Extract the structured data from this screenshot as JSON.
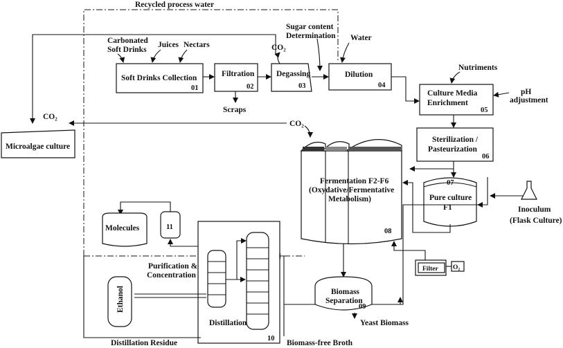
{
  "labels": {
    "recycled_water": "Recycled process water",
    "carbonated": "Carbonated",
    "soft_drinks": "Soft Drinks",
    "juices": "Juices",
    "nectars": "Nectars",
    "co2_top": "CO₂",
    "sugar1": "Sugar content",
    "sugar2": "Determination",
    "water": "Water",
    "soft_collection": "Soft Drinks Collection",
    "n01": "01",
    "filtration": "Filtration",
    "n02": "02",
    "degassing": "Degassing",
    "n03": "03",
    "dilution": "Dilution",
    "n04": "04",
    "scraps": "Scraps",
    "nutriments": "Nutriments",
    "ph1": "pH",
    "ph2": "adjustment",
    "enrich1": "Culture Media",
    "enrich2": "Enrichment",
    "n05": "05",
    "co2_left": "CO₂",
    "co2_mid": "CO₂",
    "microalgae": "Microalgae culture",
    "steril1": "Sterilization /",
    "steril2": "Pasteurization",
    "n06": "06",
    "ferm1": "Fermentation F2-F6",
    "ferm2": "(Oxydative/Fermentative",
    "ferm3": "Metabolism)",
    "n08": "08",
    "n07": "07",
    "pure1": "Pure culture",
    "pure2": "F1",
    "inoc1": "Inoculum",
    "inoc2": "(Flask Culture)",
    "molecules": "Molecules",
    "n11": "11",
    "purif1": "Purification &",
    "purif2": "Concentration",
    "ethanol": "Ethanol",
    "distillation": "Distillation",
    "n10": "10",
    "filter": "Filter",
    "o2": "O₂",
    "biomass1": "Biomass",
    "biomass2": "Separation",
    "n09": "09",
    "yeast": "Yeast Biomass",
    "residue": "Distillation Residue",
    "broth": "Biomass-free Broth"
  }
}
